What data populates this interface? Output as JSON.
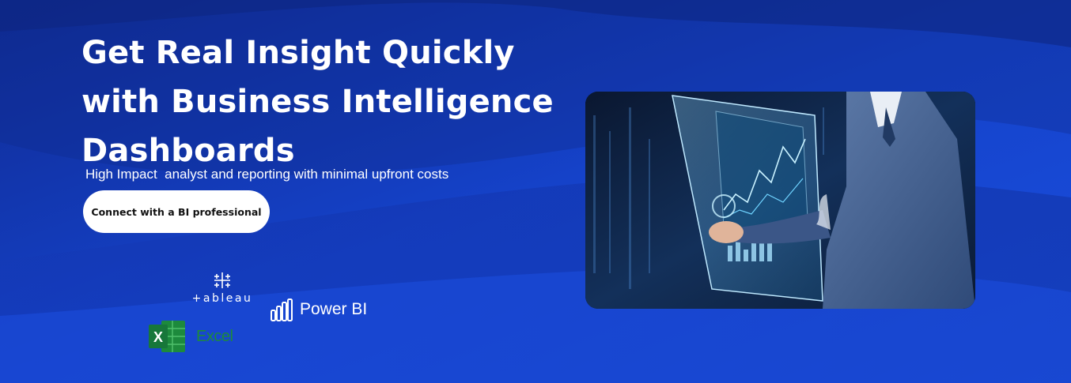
{
  "hero": {
    "headline": "Get Real Insight Quickly with Business Intelligence Dashboards",
    "subheading": "High Impact  analyst and reporting with minimal upfront costs",
    "cta_label": "Connect with a BI professional"
  },
  "logos": {
    "tableau": {
      "name": "+ableau",
      "icon": "tableau-icon"
    },
    "powerbi": {
      "name": "Power BI",
      "icon": "powerbi-icon"
    },
    "excel": {
      "name": "Excel",
      "icon": "excel-icon"
    }
  },
  "image": {
    "description_icon": "businessman-dashboard-photo"
  },
  "colors": {
    "background": "#1443cf",
    "background_dark": "#0f2a8f",
    "text": "#ffffff",
    "button_bg": "#ffffff",
    "button_text": "#111111",
    "excel_green": "#1d8a3c"
  }
}
